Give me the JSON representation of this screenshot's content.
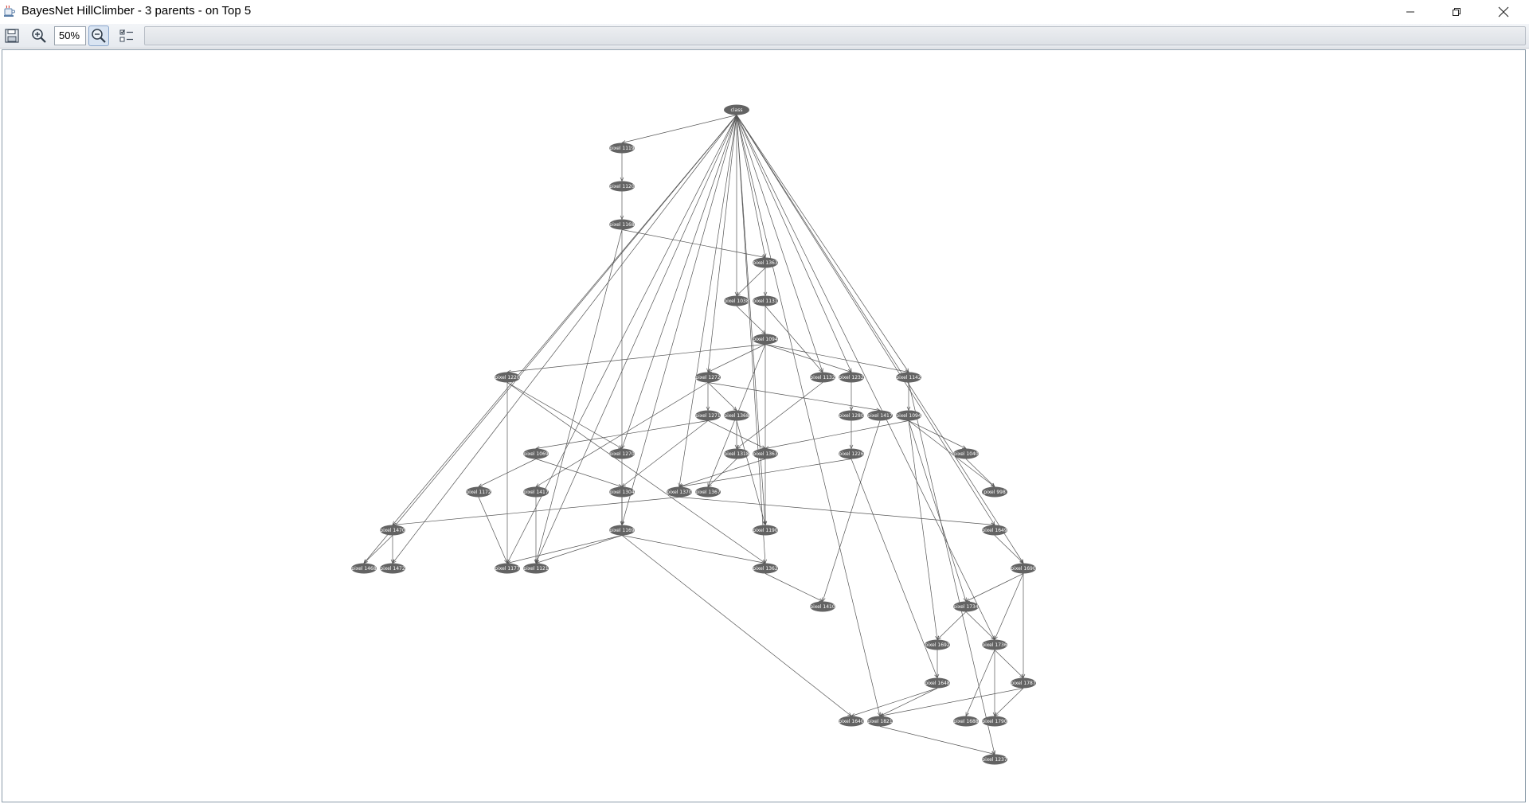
{
  "window": {
    "title": "BayesNet HillClimber - 3 parents - on Top 5",
    "app_icon": "java-cup-icon",
    "controls": [
      "minimize-icon",
      "maximize-icon",
      "close-icon"
    ]
  },
  "toolbar": {
    "save_icon": "save-icon",
    "zoom_in_icon": "zoom-in-icon",
    "zoom_value": "50%",
    "zoom_out_icon": "zoom-out-icon",
    "layout_icon": "layout-icon"
  },
  "graph": {
    "node_color": "#636363",
    "edge_color": "#555555",
    "nodes": [
      {
        "id": "class",
        "label": "class"
      },
      {
        "id": "p1119",
        "label": "pixel 1119"
      },
      {
        "id": "p1120",
        "label": "pixel 1120"
      },
      {
        "id": "p1168",
        "label": "pixel 1168"
      },
      {
        "id": "p1363a",
        "label": "pixel 1363"
      },
      {
        "id": "p1038",
        "label": "pixel 1038"
      },
      {
        "id": "p1131",
        "label": "pixel 1131"
      },
      {
        "id": "p1094",
        "label": "pixel 1094"
      },
      {
        "id": "p1220",
        "label": "pixel 1220"
      },
      {
        "id": "p1272",
        "label": "pixel 1272"
      },
      {
        "id": "p1132",
        "label": "pixel 1132"
      },
      {
        "id": "p1232",
        "label": "pixel 1232"
      },
      {
        "id": "p1142",
        "label": "pixel 1142"
      },
      {
        "id": "p1271",
        "label": "pixel 1271"
      },
      {
        "id": "p1368",
        "label": "pixel 1368"
      },
      {
        "id": "p1280",
        "label": "pixel 1280"
      },
      {
        "id": "p1417",
        "label": "pixel 1417"
      },
      {
        "id": "p1094b",
        "label": "pixel 1094"
      },
      {
        "id": "p1069",
        "label": "pixel 1069"
      },
      {
        "id": "p1270",
        "label": "pixel 1270"
      },
      {
        "id": "p1318",
        "label": "pixel 1318"
      },
      {
        "id": "p1363b",
        "label": "pixel 1363"
      },
      {
        "id": "p1226",
        "label": "pixel 1226"
      },
      {
        "id": "p1040",
        "label": "pixel 1040"
      },
      {
        "id": "p1172",
        "label": "pixel 1172"
      },
      {
        "id": "p1417b",
        "label": "pixel 1417"
      },
      {
        "id": "p1304",
        "label": "pixel 1304"
      },
      {
        "id": "p1370",
        "label": "pixel 1370"
      },
      {
        "id": "p1367",
        "label": "pixel 1367"
      },
      {
        "id": "p0998",
        "label": "pixel 998"
      },
      {
        "id": "p1470",
        "label": "pixel 1470"
      },
      {
        "id": "p1169",
        "label": "pixel 1169"
      },
      {
        "id": "p1190",
        "label": "pixel 1190"
      },
      {
        "id": "p1649",
        "label": "pixel 1649"
      },
      {
        "id": "p1468",
        "label": "pixel 1468"
      },
      {
        "id": "p1472",
        "label": "pixel 1472"
      },
      {
        "id": "p1177",
        "label": "pixel 1177"
      },
      {
        "id": "p1121",
        "label": "pixel 1121"
      },
      {
        "id": "p1362",
        "label": "pixel 1362"
      },
      {
        "id": "p1690",
        "label": "pixel 1690"
      },
      {
        "id": "p1410",
        "label": "pixel 1410"
      },
      {
        "id": "p1734",
        "label": "pixel 1734"
      },
      {
        "id": "p1692",
        "label": "pixel 1692"
      },
      {
        "id": "p1736",
        "label": "pixel 1736"
      },
      {
        "id": "p1648",
        "label": "pixel 1648"
      },
      {
        "id": "p1787",
        "label": "pixel 1787"
      },
      {
        "id": "p1640",
        "label": "pixel 1640"
      },
      {
        "id": "p1821",
        "label": "pixel 1821"
      },
      {
        "id": "p1688",
        "label": "pixel 1688"
      },
      {
        "id": "p1790",
        "label": "pixel 1790"
      },
      {
        "id": "p1237",
        "label": "pixel 1237"
      }
    ],
    "edges": [
      [
        "class",
        "p1468"
      ],
      [
        "class",
        "p1472"
      ],
      [
        "class",
        "p1470"
      ],
      [
        "class",
        "p1121"
      ],
      [
        "class",
        "p1177"
      ],
      [
        "class",
        "p1119"
      ],
      [
        "class",
        "p1169"
      ],
      [
        "class",
        "p1270"
      ],
      [
        "class",
        "p1370"
      ],
      [
        "class",
        "p1272"
      ],
      [
        "class",
        "p1038"
      ],
      [
        "class",
        "p1363a"
      ],
      [
        "class",
        "p1190"
      ],
      [
        "class",
        "p1132"
      ],
      [
        "class",
        "p1232"
      ],
      [
        "class",
        "p1362"
      ],
      [
        "class",
        "p1142"
      ],
      [
        "class",
        "p1649"
      ],
      [
        "class",
        "p1690"
      ],
      [
        "class",
        "p1821"
      ],
      [
        "class",
        "p1736"
      ],
      [
        "p1119",
        "p1120"
      ],
      [
        "p1120",
        "p1168"
      ],
      [
        "p1168",
        "p1363a"
      ],
      [
        "p1168",
        "p1121"
      ],
      [
        "p1168",
        "p1169"
      ],
      [
        "p1363a",
        "p1038"
      ],
      [
        "p1363a",
        "p1131"
      ],
      [
        "p1038",
        "p1094"
      ],
      [
        "p1131",
        "p1132"
      ],
      [
        "p1131",
        "p1190"
      ],
      [
        "p1094",
        "p1220"
      ],
      [
        "p1094",
        "p1272"
      ],
      [
        "p1094",
        "p1142"
      ],
      [
        "p1094",
        "p1232"
      ],
      [
        "p1094",
        "p1367"
      ],
      [
        "p1220",
        "p1177"
      ],
      [
        "p1220",
        "p1270"
      ],
      [
        "p1220",
        "p1362"
      ],
      [
        "p1272",
        "p1271"
      ],
      [
        "p1272",
        "p1368"
      ],
      [
        "p1272",
        "p1417"
      ],
      [
        "p1272",
        "p1417b"
      ],
      [
        "p1232",
        "p1280"
      ],
      [
        "p1132",
        "p1318"
      ],
      [
        "p1142",
        "p1094b"
      ],
      [
        "p1142",
        "p1237"
      ],
      [
        "p1271",
        "p1069"
      ],
      [
        "p1271",
        "p1304"
      ],
      [
        "p1271",
        "p1363b"
      ],
      [
        "p1368",
        "p1318"
      ],
      [
        "p1368",
        "p1190"
      ],
      [
        "p1280",
        "p1226"
      ],
      [
        "p1417",
        "p1410"
      ],
      [
        "p1094b",
        "p1040"
      ],
      [
        "p1094b",
        "p0998"
      ],
      [
        "p1094b",
        "p1734"
      ],
      [
        "p1094b",
        "p1692"
      ],
      [
        "p1094b",
        "p1363b"
      ],
      [
        "p1069",
        "p1172"
      ],
      [
        "p1069",
        "p1304"
      ],
      [
        "p1318",
        "p1367"
      ],
      [
        "p1363b",
        "p1370"
      ],
      [
        "p1226",
        "p1370"
      ],
      [
        "p1226",
        "p1648"
      ],
      [
        "p1040",
        "p0998"
      ],
      [
        "p1304",
        "p1169"
      ],
      [
        "p1370",
        "p1649"
      ],
      [
        "p1370",
        "p1470"
      ],
      [
        "p1169",
        "p1177"
      ],
      [
        "p1169",
        "p1121"
      ],
      [
        "p1169",
        "p1362"
      ],
      [
        "p1169",
        "p1640"
      ],
      [
        "p1470",
        "p1468"
      ],
      [
        "p1470",
        "p1472"
      ],
      [
        "p1649",
        "p1690"
      ],
      [
        "p1362",
        "p1410"
      ],
      [
        "p1690",
        "p1734"
      ],
      [
        "p1690",
        "p1736"
      ],
      [
        "p1690",
        "p1787"
      ],
      [
        "p1734",
        "p1692"
      ],
      [
        "p1734",
        "p1736"
      ],
      [
        "p1692",
        "p1648"
      ],
      [
        "p1736",
        "p1688"
      ],
      [
        "p1736",
        "p1787"
      ],
      [
        "p1736",
        "p1790"
      ],
      [
        "p1648",
        "p1640"
      ],
      [
        "p1648",
        "p1821"
      ],
      [
        "p1787",
        "p1790"
      ],
      [
        "p1787",
        "p1821"
      ],
      [
        "p1821",
        "p1237"
      ],
      [
        "p1172",
        "p1177"
      ],
      [
        "p1417b",
        "p1121"
      ]
    ]
  }
}
